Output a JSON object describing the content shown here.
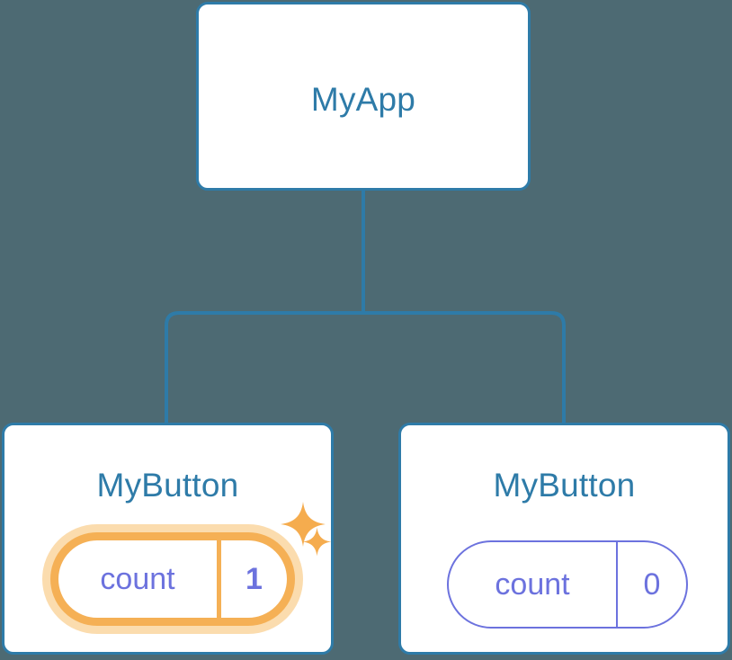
{
  "canvas": {
    "background_color": "#4d6a73",
    "accent_color": "#2e7ba8",
    "state_color": "#6c72de",
    "highlight_color": "#f5b055",
    "glow_color": "#fbdcae",
    "sparkle_color": "#f5ac4e"
  },
  "tree": {
    "root": {
      "title": "MyApp"
    },
    "children": [
      {
        "title": "MyButton",
        "state": {
          "key": "count",
          "value": "1"
        },
        "highlighted": true,
        "sparkles": [
          {
            "name": "sparkle-large"
          },
          {
            "name": "sparkle-small"
          }
        ]
      },
      {
        "title": "MyButton",
        "state": {
          "key": "count",
          "value": "0"
        },
        "highlighted": false
      }
    ]
  }
}
